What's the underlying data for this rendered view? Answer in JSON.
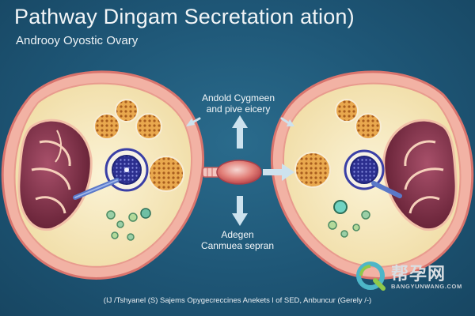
{
  "diagram": {
    "title": "Pathway Dingam Secretation ation)",
    "subtitle": "Androoy Oyostic Ovary",
    "callout_top": [
      "Andold Cygmeen",
      "and pive eicery"
    ],
    "callout_bottom": [
      "Adegen",
      "Canmuea sepran"
    ],
    "caption": "(IJ /Tshyanel (S) Sajems Opygecreccines Anekets l of SED, Anbuncur (Gerely /-)"
  },
  "watermark": {
    "text": "帮孕网",
    "subtext": "BANGYUNWANG.COM"
  },
  "colors": {
    "background": "#1e5676",
    "tissue": "#f6e9bd",
    "capsule": "#e47f7b",
    "kidney_lobe": "#7a2a3f",
    "follicle": "#d58d32",
    "nucleus": "#2a2f9a",
    "arrow": "#cde2ee"
  }
}
